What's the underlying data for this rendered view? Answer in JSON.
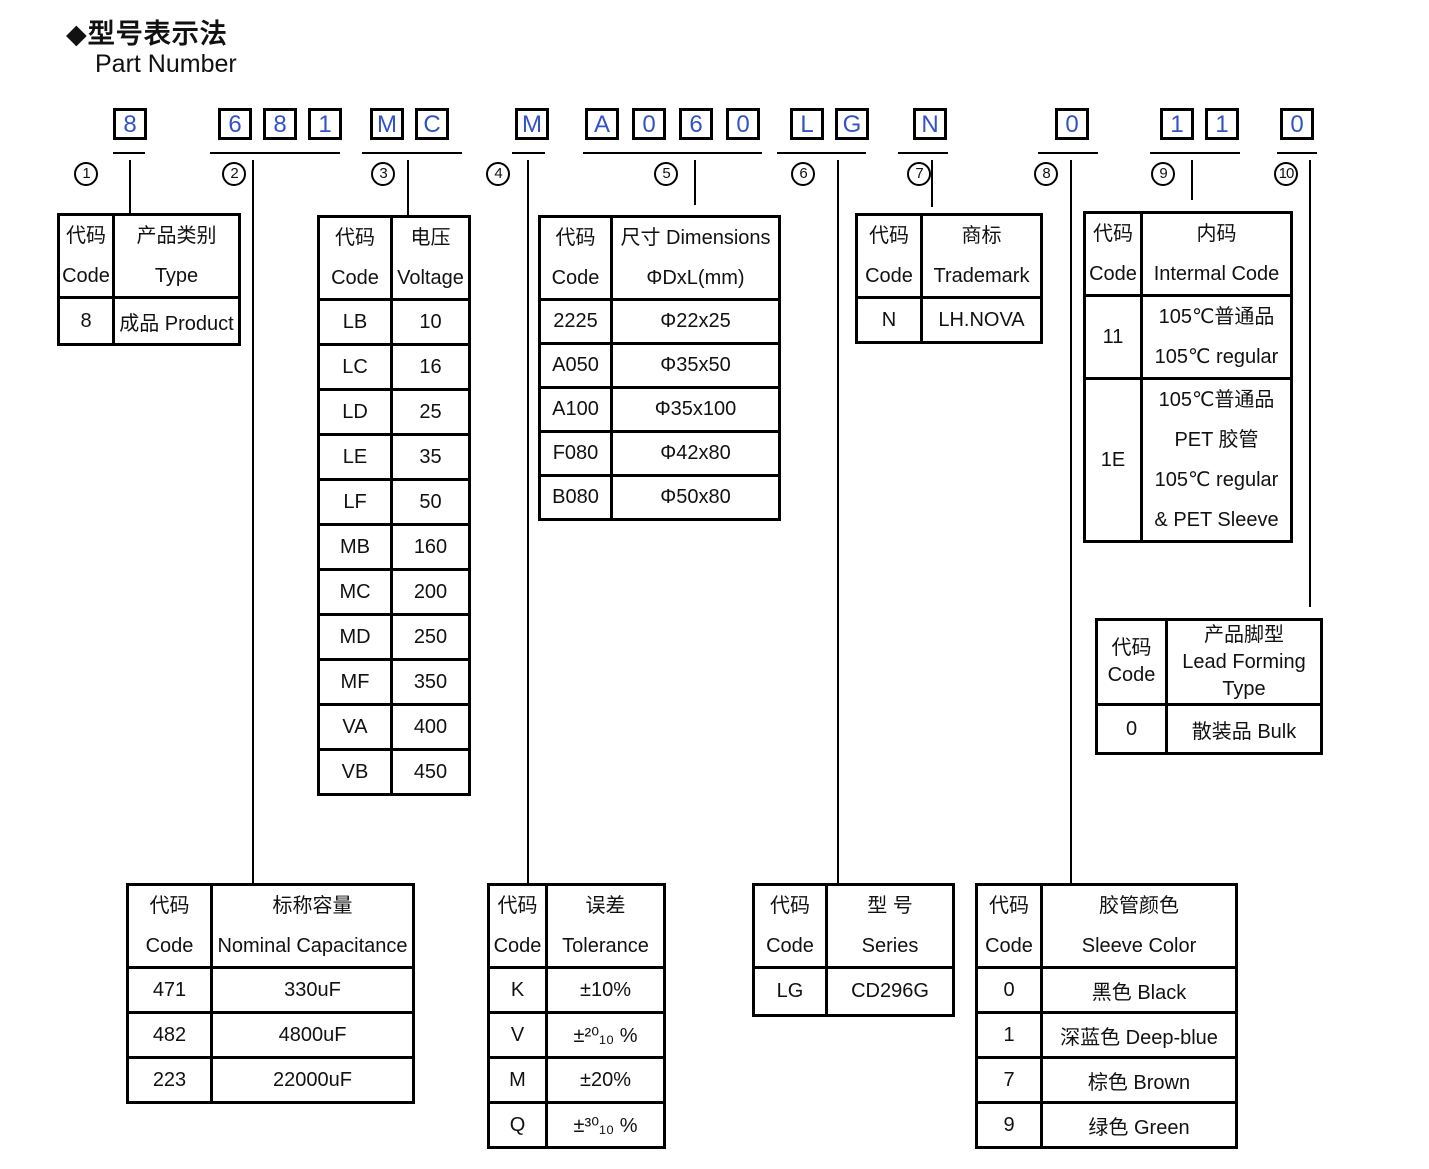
{
  "title": {
    "zh": "◆型号表示法",
    "en": "Part Number"
  },
  "colors": {
    "box_char": "#3152c8",
    "line": "#000000"
  },
  "part_number": {
    "full": "8 681 MC M A060 LG N 0 11 0",
    "segments": [
      {
        "label": "1",
        "chars": [
          "8"
        ]
      },
      {
        "label": "2",
        "chars": [
          "6",
          "8",
          "1"
        ]
      },
      {
        "label": "3",
        "chars": [
          "M",
          "C"
        ]
      },
      {
        "label": "4",
        "chars": [
          "M"
        ]
      },
      {
        "label": "5",
        "chars": [
          "A",
          "0",
          "6",
          "0"
        ]
      },
      {
        "label": "6",
        "chars": [
          "L",
          "G"
        ]
      },
      {
        "label": "7",
        "chars": [
          "N"
        ]
      },
      {
        "label": "8",
        "chars": [
          "0"
        ]
      },
      {
        "label": "9",
        "chars": [
          "1",
          "1"
        ]
      },
      {
        "label": "10",
        "chars": [
          "0"
        ]
      }
    ]
  },
  "tables": {
    "product_type": {
      "header": [
        [
          [
            "代码",
            "Code"
          ],
          [
            "产品类别",
            "Type"
          ]
        ]
      ],
      "rows": [
        [
          "8",
          "成品 Product"
        ]
      ]
    },
    "voltage": {
      "header": [
        [
          [
            "代码",
            "Code"
          ],
          [
            "电压",
            "Voltage"
          ]
        ]
      ],
      "rows": [
        [
          "LB",
          "10"
        ],
        [
          "LC",
          "16"
        ],
        [
          "LD",
          "25"
        ],
        [
          "LE",
          "35"
        ],
        [
          "LF",
          "50"
        ],
        [
          "MB",
          "160"
        ],
        [
          "MC",
          "200"
        ],
        [
          "MD",
          "250"
        ],
        [
          "MF",
          "350"
        ],
        [
          "VA",
          "400"
        ],
        [
          "VB",
          "450"
        ]
      ]
    },
    "dimensions": {
      "header": [
        [
          [
            "代码",
            "Code"
          ],
          [
            "尺寸 Dimensions",
            "ΦDxL(mm)"
          ]
        ]
      ],
      "rows": [
        [
          "2225",
          "Φ22x25"
        ],
        [
          "A050",
          "Φ35x50"
        ],
        [
          "A100",
          "Φ35x100"
        ],
        [
          "F080",
          "Φ42x80"
        ],
        [
          "B080",
          "Φ50x80"
        ]
      ]
    },
    "trademark": {
      "header": [
        [
          [
            "代码",
            "Code"
          ],
          [
            "商标",
            "Trademark"
          ]
        ]
      ],
      "rows": [
        [
          "N",
          "LH.NOVA"
        ]
      ]
    },
    "internal_code": {
      "header": [
        [
          [
            "代码",
            "Code"
          ],
          [
            "内码",
            "Intermal Code"
          ]
        ]
      ],
      "rows": [
        [
          "11",
          [
            "105℃普通品",
            "105℃ regular"
          ]
        ],
        [
          "1E",
          [
            "105℃普通品",
            "PET 胶管",
            "105℃ regular",
            "& PET Sleeve"
          ]
        ]
      ]
    },
    "lead_forming": {
      "header": [
        [
          [
            "代码",
            "Code"
          ],
          [
            "产品脚型",
            "Lead Forming",
            "Type"
          ]
        ]
      ],
      "rows": [
        [
          "0",
          "散装品 Bulk"
        ]
      ]
    },
    "capacitance": {
      "header": [
        [
          [
            "代码",
            "Code"
          ],
          [
            "标称容量",
            "Nominal Capacitance"
          ]
        ]
      ],
      "rows": [
        [
          "471",
          "330uF"
        ],
        [
          "482",
          "4800uF"
        ],
        [
          "223",
          "22000uF"
        ]
      ]
    },
    "tolerance": {
      "header": [
        [
          [
            "代码",
            "Code"
          ],
          [
            "误差",
            "Tolerance"
          ]
        ]
      ],
      "rows": [
        [
          "K",
          "±10%"
        ],
        [
          "V",
          "±²⁰₁₀ %"
        ],
        [
          "M",
          "±20%"
        ],
        [
          "Q",
          "±³⁰₁₀ %"
        ]
      ]
    },
    "series": {
      "header": [
        [
          [
            "代码",
            "Code"
          ],
          [
            "型 号",
            "Series"
          ]
        ]
      ],
      "rows": [
        [
          "LG",
          "CD296G"
        ]
      ]
    },
    "sleeve_color": {
      "header": [
        [
          [
            "代码",
            "Code"
          ],
          [
            "胶管颜色",
            "Sleeve Color"
          ]
        ]
      ],
      "rows": [
        [
          "0",
          "黑色 Black"
        ],
        [
          "1",
          "深蓝色 Deep-blue"
        ],
        [
          "7",
          "棕色 Brown"
        ],
        [
          "9",
          "绿色 Green"
        ]
      ]
    }
  }
}
